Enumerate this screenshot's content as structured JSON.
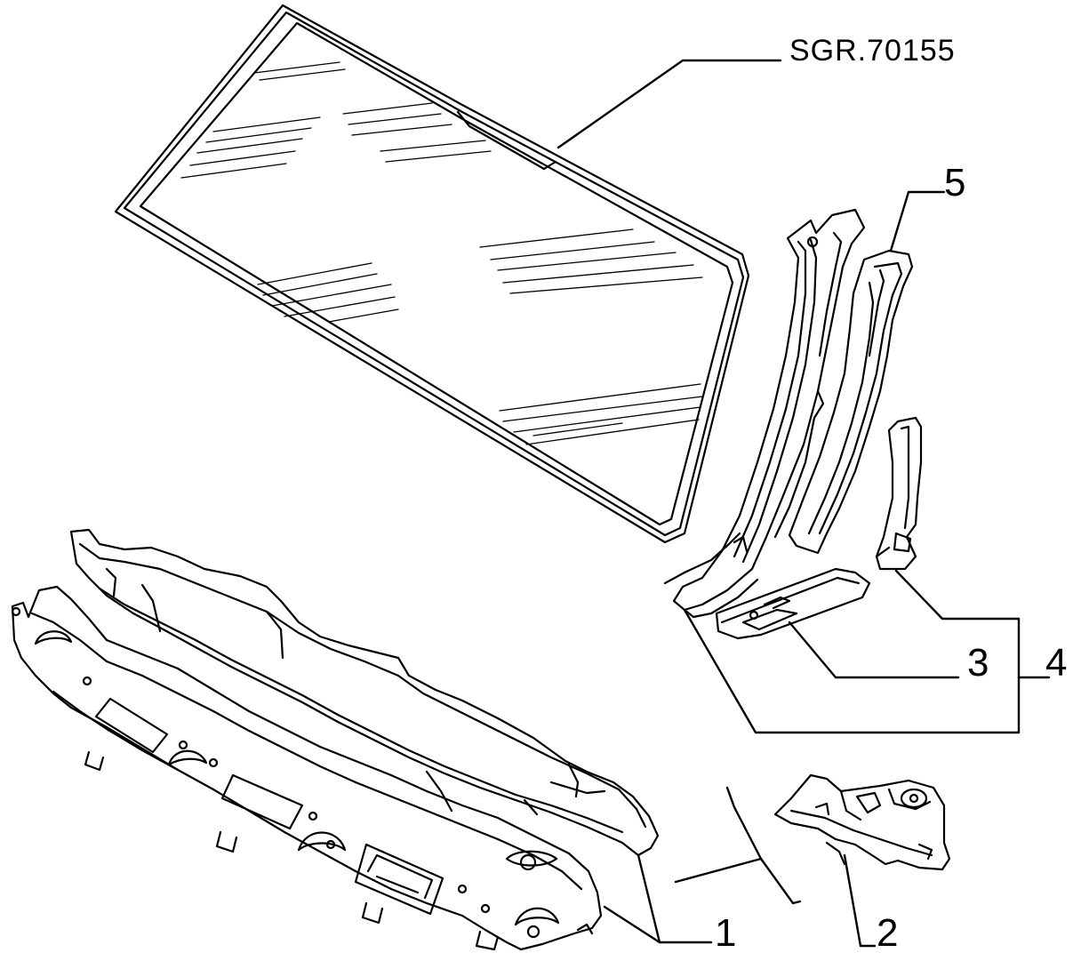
{
  "reference_code": "SGR.70155",
  "callouts": {
    "c1": "1",
    "c2": "2",
    "c3": "3",
    "c4": "4",
    "c5": "5"
  },
  "colors": {
    "ink": "#000000",
    "paper": "#ffffff"
  }
}
